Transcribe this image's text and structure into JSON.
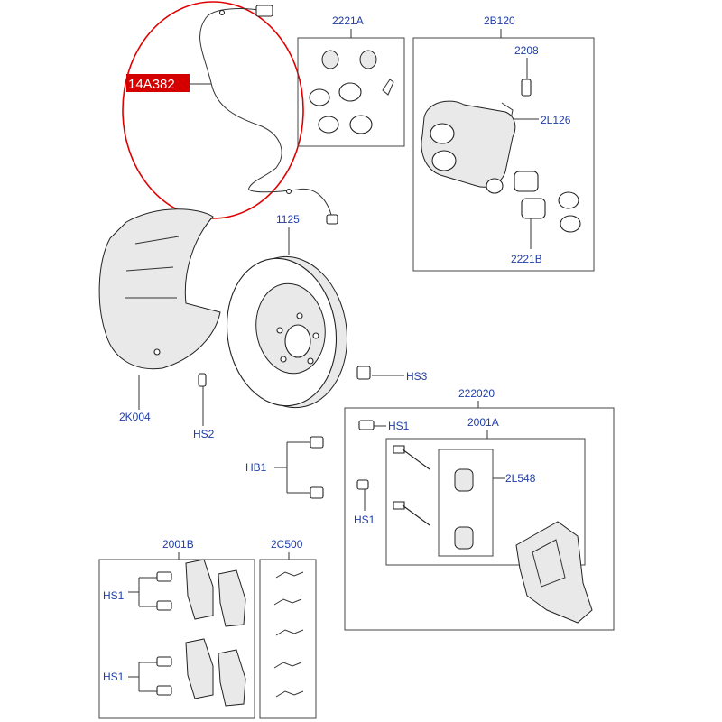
{
  "highlight": {
    "label": "14A382",
    "color": "#d40000",
    "circle_color": "#e00000"
  },
  "label_color": "#1f3ea8",
  "labels": {
    "l_2221a": "2221A",
    "l_2b120": "2B120",
    "l_2208": "2208",
    "l_2l126": "2L126",
    "l_2221b": "2221B",
    "l_1125": "1125",
    "l_hs3": "HS3",
    "l_2k004": "2K004",
    "l_hs2": "HS2",
    "l_222020": "222020",
    "l_hs1_a": "HS1",
    "l_2001a": "2001A",
    "l_hb1": "HB1",
    "l_2l548": "2L548",
    "l_hs1_b": "HS1",
    "l_2001b": "2001B",
    "l_2c500": "2C500",
    "l_hs1_c": "HS1",
    "l_hs1_d": "HS1"
  }
}
